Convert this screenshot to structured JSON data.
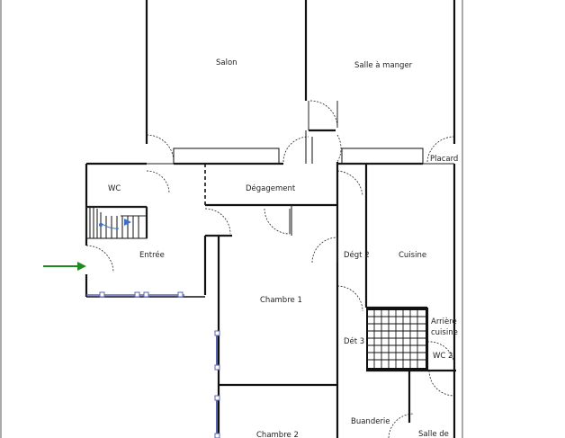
{
  "rooms": {
    "salon": "Salon",
    "salle_a_manger": "Salle à manger",
    "placard": "Placard",
    "wc": "WC",
    "degagement": "Dégagement",
    "entree": "Entrée",
    "degt2": "Dégt 2",
    "cuisine": "Cuisine",
    "chambre1": "Chambre 1",
    "arriere_cuisine_1": "Arrière",
    "arriere_cuisine_2": "cuisine",
    "degt3": "Dét 3",
    "wc2": "WC 2",
    "buanderie": "Buanderie",
    "chambre2": "Chambre 2",
    "salle_de": "Salle de"
  },
  "colors": {
    "wall": "#111111",
    "window": "#5a64b4",
    "entry_arrow": "#1f8a1f",
    "stair_accent": "#3a6fd0"
  }
}
